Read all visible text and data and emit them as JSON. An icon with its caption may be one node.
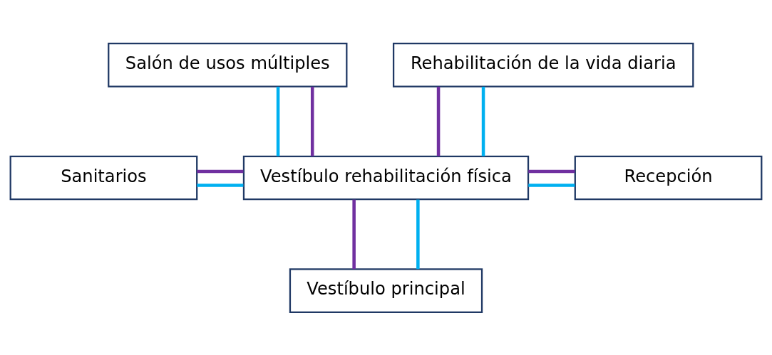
{
  "diagram": {
    "nodes": [
      {
        "text": [
          "Salón de usos múltiples"
        ]
      },
      {
        "text": [
          "Rehabilitación de la vida diaria"
        ]
      },
      {
        "text": [
          "Sanitarios"
        ]
      },
      {
        "text": [
          "Vestíbulo rehabilitación física"
        ]
      },
      {
        "text": [
          "Recepción"
        ]
      },
      {
        "text": [
          "Vestíbulo principal"
        ]
      }
    ],
    "edges": [
      {
        "from": 0,
        "to": 3,
        "arrow": "none",
        "color": "#00b0f0"
      },
      {
        "from": 0,
        "to": 3,
        "arrow": "none",
        "color": "#7030a0"
      },
      {
        "from": 1,
        "to": 3,
        "arrow": "none",
        "color": "#7030a0"
      },
      {
        "from": 1,
        "to": 3,
        "arrow": "none",
        "color": "#00b0f0"
      },
      {
        "from": 2,
        "to": 3,
        "arrow": "none",
        "color": "#7030a0"
      },
      {
        "from": 2,
        "to": 3,
        "arrow": "none",
        "color": "#00b0f0"
      },
      {
        "from": 3,
        "to": 4,
        "arrow": "none",
        "color": "#7030a0"
      },
      {
        "from": 3,
        "to": 4,
        "arrow": "none",
        "color": "#00b0f0"
      },
      {
        "from": 3,
        "to": 5,
        "arrow": "none",
        "color": "#7030a0"
      },
      {
        "from": 3,
        "to": 5,
        "arrow": "none",
        "color": "#00b0f0"
      }
    ]
  }
}
